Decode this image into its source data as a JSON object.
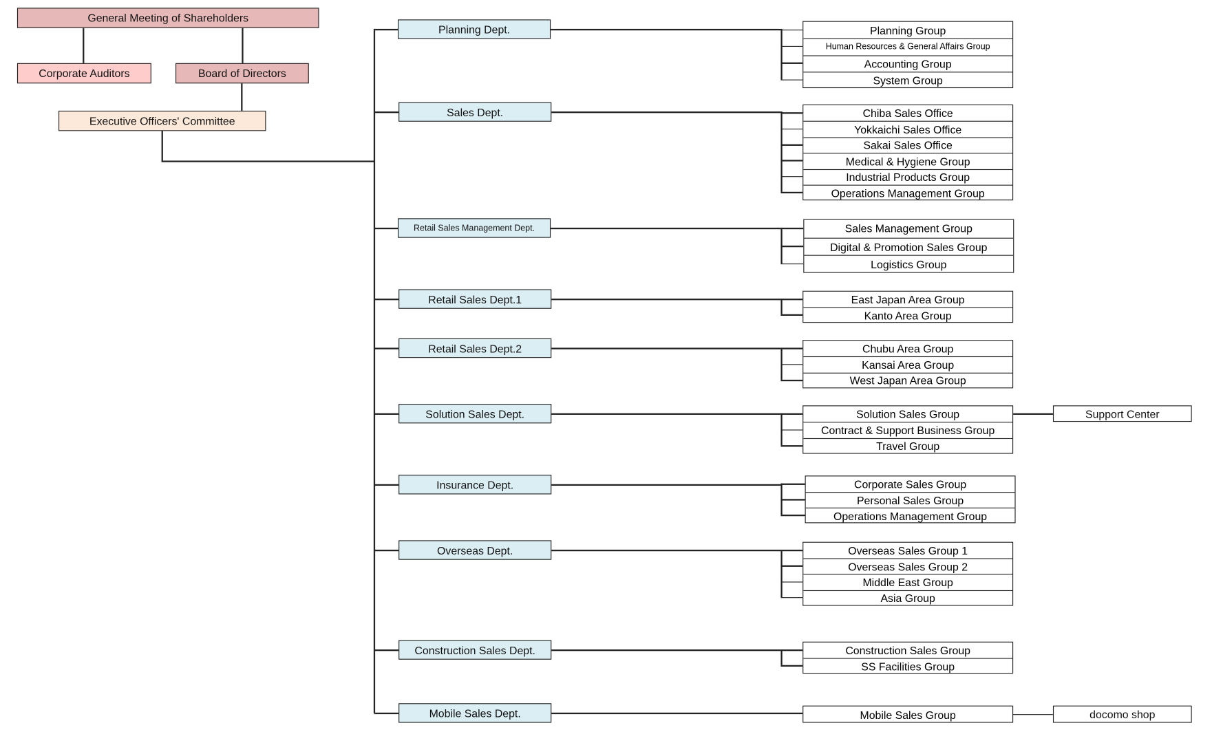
{
  "colors": {
    "shareholders": "#e6b8b7",
    "auditors": "#ffcccc",
    "board": "#e6b8b7",
    "executive": "#fde9d9",
    "dept": "#dbeef4"
  },
  "top": {
    "shareholders": "General Meeting of Shareholders",
    "auditors": "Corporate Auditors",
    "board": "Board of Directors",
    "executive": "Executive Officers' Committee"
  },
  "departments": [
    {
      "name": "Planning Dept.",
      "groups": [
        "Planning   Group",
        "Human Resources & General Affairs Group",
        "Accounting Group",
        "System Group"
      ]
    },
    {
      "name": "Sales Dept.",
      "groups": [
        "Chiba Sales Office",
        "Yokkaichi Sales Office",
        "Sakai Sales Office",
        "Medical & Hygiene Group",
        "Industrial   Products   Group",
        "Operations Management Group"
      ]
    },
    {
      "name": "Retail Sales Management Dept.",
      "groups": [
        "Sales Management Group",
        "Digital & Promotion Sales Group",
        "Logistics Group"
      ]
    },
    {
      "name": "Retail Sales Dept.1",
      "groups": [
        "East Japan Area  Group",
        "Kanto Area  Group"
      ]
    },
    {
      "name": "Retail Sales Dept.2",
      "groups": [
        "Chubu Area  Group",
        "Kansai Area  Group",
        "West Japan Area  Group"
      ]
    },
    {
      "name": "Solution Sales Dept.",
      "groups": [
        "Solution Sales Group",
        "Contract & Support Business Group",
        "Travel Group"
      ],
      "extra": "Support Center"
    },
    {
      "name": "Insurance Dept.",
      "groups": [
        "Corporate Sales Group",
        "Personal Sales Group",
        "Operations Management Group"
      ]
    },
    {
      "name": "Overseas Dept.",
      "groups": [
        "Overseas Sales Group 1",
        "Overseas Sales Group 2",
        "Middle East Group",
        "Asia Group"
      ]
    },
    {
      "name": "Construction Sales Dept.",
      "groups": [
        "Construction Sales Group",
        "SS Facilities Group"
      ]
    },
    {
      "name": "Mobile Sales Dept.",
      "groups": [
        "Mobile Sales Group"
      ],
      "extra": "docomo shop"
    }
  ]
}
